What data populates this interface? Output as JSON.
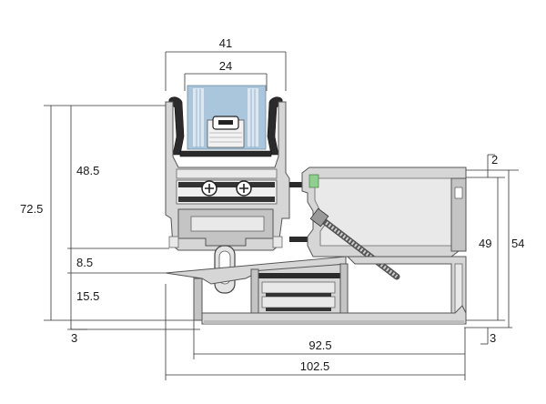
{
  "dimensions": {
    "top_outer_width": "41",
    "top_glass_width": "24",
    "sash_height": "48.5",
    "total_left_height": "72.5",
    "sill_gap": "8.5",
    "lower_profile_height": "15.5",
    "bottom_offset_left": "3",
    "right_frame_inner": "49",
    "right_frame_total": "54",
    "right_top_offset": "2",
    "right_bottom_offset": "3",
    "frame_width_inner": "92.5",
    "frame_width_total": "102.5"
  },
  "colors": {
    "aluminium": "#d6d6d6",
    "aluminium_dark": "#c4c4c4",
    "gasket": "#2b2b2b",
    "glass": "#a9c6dc",
    "dimension_line": "#333333"
  }
}
